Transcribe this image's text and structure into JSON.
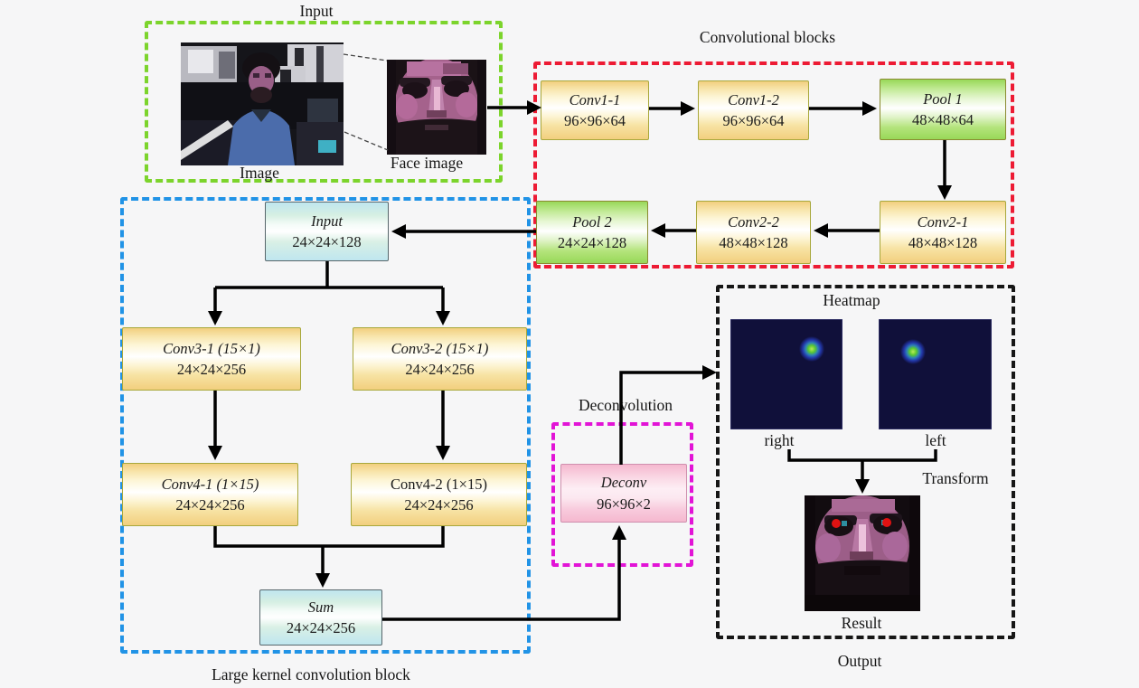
{
  "title_labels": {
    "input": "Input",
    "conv_blocks": "Convolutional blocks",
    "image": "Image",
    "face_image": "Face image",
    "large_kernel": "Large kernel convolution block",
    "deconvolution": "Deconvolution",
    "heatmap": "Heatmap",
    "right": "right",
    "left": "left",
    "transform": "Transform",
    "result": "Result",
    "output": "Output"
  },
  "blocks": {
    "conv1_1": {
      "name": "Conv1-1",
      "dims": "96×96×64"
    },
    "conv1_2": {
      "name": "Conv1-2",
      "dims": "96×96×64"
    },
    "pool1": {
      "name": "Pool 1",
      "dims": "48×48×64"
    },
    "conv2_1": {
      "name": "Conv2-1",
      "dims": "48×48×128"
    },
    "conv2_2": {
      "name": "Conv2-2",
      "dims": "48×48×128"
    },
    "pool2": {
      "name": "Pool 2",
      "dims": "24×24×128"
    },
    "lk_input": {
      "name": "Input",
      "dims": "24×24×128"
    },
    "conv3_1": {
      "name": "Conv3-1 (15×1)",
      "dims": "24×24×256"
    },
    "conv3_2": {
      "name": "Conv3-2 (15×1)",
      "dims": "24×24×256"
    },
    "conv4_1": {
      "name": "Conv4-1 (1×15)",
      "dims": "24×24×256"
    },
    "conv4_2": {
      "name": "Conv4-2 (1×15)",
      "dims": "24×24×256"
    },
    "sum": {
      "name": "Sum",
      "dims": "24×24×256"
    },
    "deconv": {
      "name": "Deconv",
      "dims": "96×96×2"
    }
  },
  "colors": {
    "input_group_border": "#7cd42c",
    "conv_group_border": "#ed1b34",
    "large_kernel_group_border": "#2193e6",
    "deconv_group_border": "#e214d6",
    "output_group_border": "#161616",
    "conv_box_fill": "#f6dfa0",
    "pool_box_fill": "#b9e587",
    "input_sum_box_fill": "#cfeaf0",
    "deconv_box_fill": "#f8cfdf",
    "arrow": "#000000",
    "heatmap_bg": "#10103a",
    "heatmap_dot": "#7fd63c",
    "eye_marker": "#e01212"
  }
}
